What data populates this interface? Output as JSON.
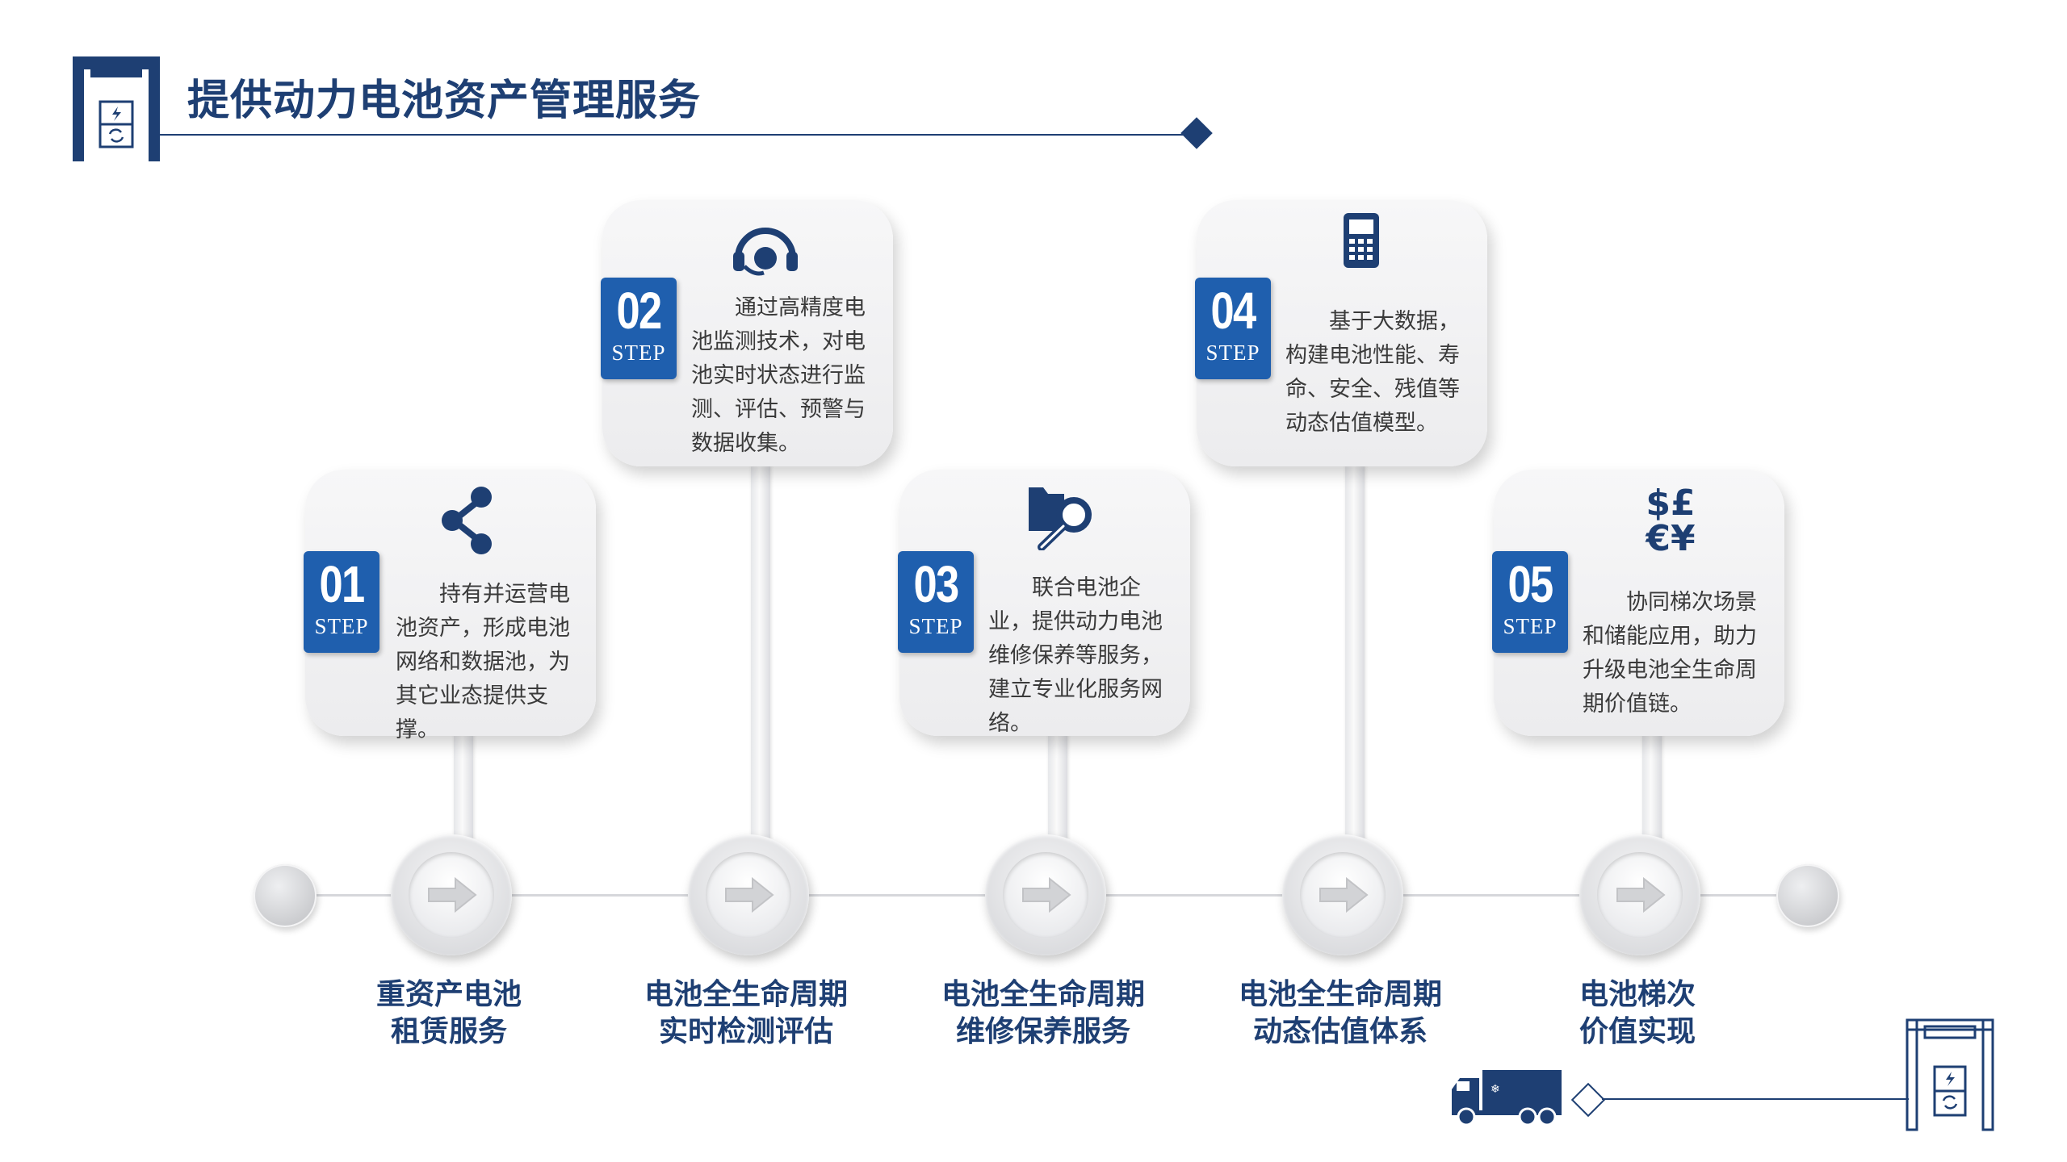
{
  "header": {
    "title": "提供动力电池资产管理服务",
    "logo_icon": "battery-swap-station-icon"
  },
  "colors": {
    "primary": "#1e3f73",
    "badge": "#1f5fae",
    "card_bg": "#f2f2f3",
    "timeline": "#d6d7db"
  },
  "steps": [
    {
      "num": "01",
      "step": "STEP",
      "icon": "share-icon",
      "text": "持有并运营电池资产，形成电池网络和数据池，为其它业态提供支撑。",
      "label_line1": "重资产电池",
      "label_line2": "租赁服务"
    },
    {
      "num": "02",
      "step": "STEP",
      "icon": "headset-icon",
      "text": "通过高精度电池监测技术，对电池实时状态进行监测、评估、预警与数据收集。",
      "label_line1": "电池全生命周期",
      "label_line2": "实时检测评估"
    },
    {
      "num": "03",
      "step": "STEP",
      "icon": "folder-search-icon",
      "text": "联合电池企业，提供动力电池维修保养等服务，建立专业化服务网络。",
      "label_line1": "电池全生命周期",
      "label_line2": "维修保养服务"
    },
    {
      "num": "04",
      "step": "STEP",
      "icon": "mobile-phone-icon",
      "text": "基于大数据，构建电池性能、寿命、安全、残值等动态估值模型。",
      "label_line1": "电池全生命周期",
      "label_line2": "动态估值体系"
    },
    {
      "num": "05",
      "step": "STEP",
      "icon": "currency-icon",
      "text": "协同梯次场景和储能应用，助力升级电池全生命周期价值链。",
      "label_line1": "电池梯次",
      "label_line2": "价值实现"
    }
  ],
  "node_icon": "arrow-right-icon",
  "footer": {
    "truck_icon": "truck-icon",
    "station_icon": "battery-swap-station-icon"
  }
}
